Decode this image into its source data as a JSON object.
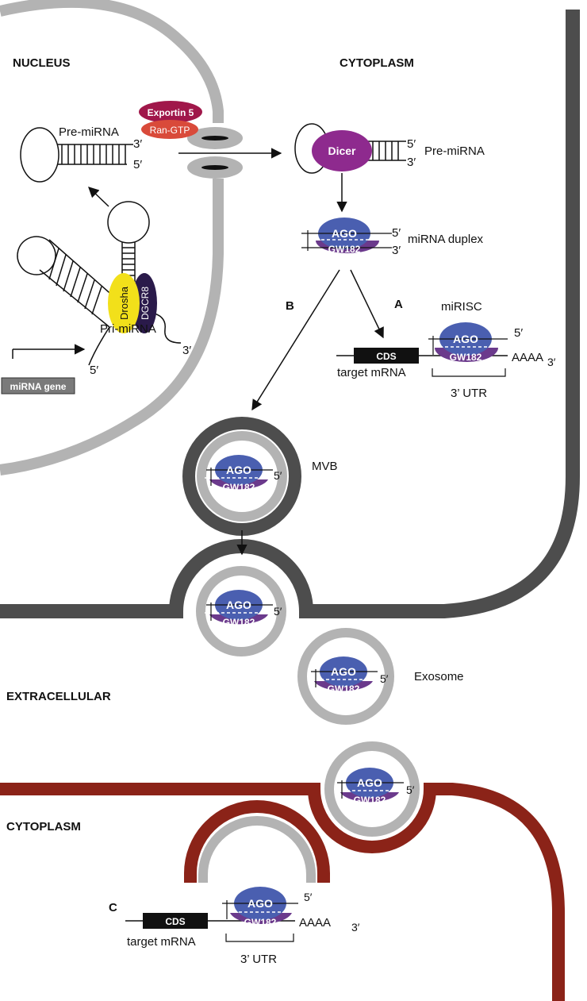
{
  "regions": {
    "nucleus": "NUCLEUS",
    "cytoplasm_top": "CYTOPLASM",
    "extracellular": "EXTRACELLULAR",
    "cytoplasm_bottom": "CYTOPLASM"
  },
  "molecules": {
    "pre_mirna": "Pre-miRNA",
    "pri_mirna": "Pri-miRNA",
    "exportin": "Exportin 5",
    "ran_gtp": "Ran-GTP",
    "dicer": "Dicer",
    "drosha": "Drosha",
    "dgcr8": "DGCR8",
    "mirna_gene": "miRNA gene",
    "ago": "AGO",
    "gw182": "GW182",
    "mirna_duplex": "miRNA duplex",
    "mirisc": "miRISC",
    "cds": "CDS",
    "target_mrna": "target mRNA",
    "utr": "3’ UTR",
    "polya": "AAAA",
    "mvb": "MVB",
    "exosome": "Exosome"
  },
  "ends": {
    "five": "5′",
    "three": "3′",
    "three_b": "3’"
  },
  "pathways": {
    "a": "A",
    "b": "B",
    "c": "C"
  },
  "colors": {
    "nucleus_membrane": "#b3b3b3",
    "cell_membrane": "#4d4d4d",
    "recipient_membrane": "#8b2318",
    "ago": "#4a5fb0",
    "gw182": "#6b3a8c",
    "dicer": "#8e2a8e",
    "exportin": "#a0174a",
    "ran_gtp": "#d94a3a",
    "drosha": "#f2e01a",
    "dgcr8": "#2a1a4a",
    "cds": "#111111",
    "gene_box": "#7a7a7a"
  }
}
